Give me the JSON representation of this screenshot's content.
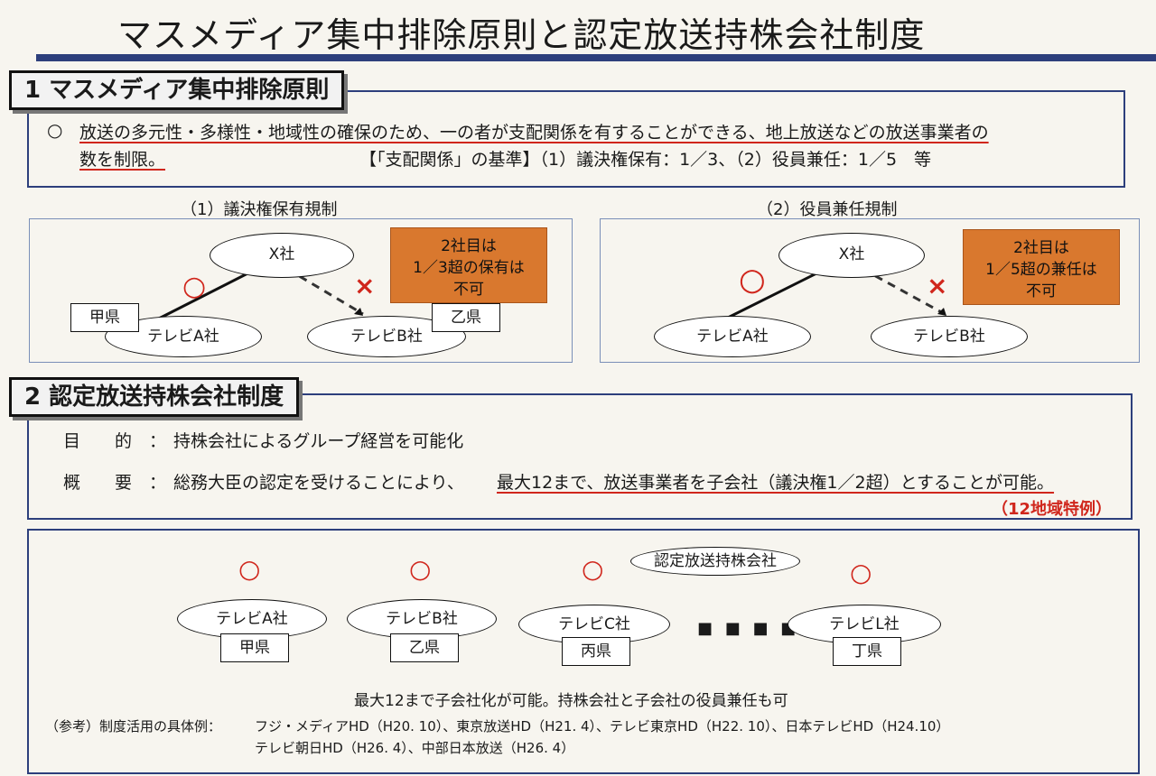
{
  "title": "マスメディア集中排除原則と認定放送持株会社制度",
  "section1": {
    "heading": "1  マスメディア集中排除原則",
    "bullet": "○",
    "text_line1": "放送の多元性・多様性・地域性の確保のため、一の者が支配関係を有することができる、地上放送などの放送事業者の",
    "text_line2": "数を制限。",
    "criteria": "【「支配関係」の基準】（1）議決権保有：1／3、（2）役員兼任：1／5　等"
  },
  "diagram1": {
    "caption": "（1）議決権保有規制",
    "top_company": "X社",
    "left_company": "テレビA社",
    "right_company": "テレビB社",
    "left_prefecture": "甲県",
    "right_prefecture": "乙県",
    "ok_mark": "○",
    "ng_mark": "×",
    "note_line1": "2社目は",
    "note_line2": "1／3超の保有は",
    "note_line3": "不可"
  },
  "diagram2": {
    "caption": "（2）役員兼任規制",
    "top_company": "X社",
    "left_company": "テレビA社",
    "right_company": "テレビB社",
    "ok_mark": "○",
    "ng_mark": "×",
    "note_line1": "2社目は",
    "note_line2": "1／5超の兼任は",
    "note_line3": "不可"
  },
  "section2": {
    "heading": "2  認定放送持株会社制度",
    "purpose_label": "目　　的　：",
    "purpose_text": "持株会社によるグループ経営を可能化",
    "summary_label": "概　　要　：",
    "summary_text_a": "総務大臣の認定を受けることにより、",
    "summary_text_b": "最大12まで、放送事業者を子会社（議決権1／2超）とすることが可能。",
    "special": "（12地域特例）"
  },
  "diagram3": {
    "holding_company": "認定放送持株会社",
    "ok_mark": "○",
    "ellipsis": "■ ■ ■ ■",
    "subsidiaries": [
      {
        "name": "テレビA社",
        "prefecture": "甲県"
      },
      {
        "name": "テレビB社",
        "prefecture": "乙県"
      },
      {
        "name": "テレビC社",
        "prefecture": "丙県"
      },
      {
        "name": "テレビL社",
        "prefecture": "丁県"
      }
    ],
    "bracket_note": "最大12まで子会社化が可能。持株会社と子会社の役員兼任も可",
    "reference_label": "（参考）制度活用の具体例：",
    "reference_line1": "フジ・メディアHD（H20. 10）、東京放送HD（H21. 4）、テレビ東京HD（H22. 10）、日本テレビHD（H24.10）",
    "reference_line2": "テレビ朝日HD（H26. 4）、中部日本放送（H26. 4）"
  }
}
